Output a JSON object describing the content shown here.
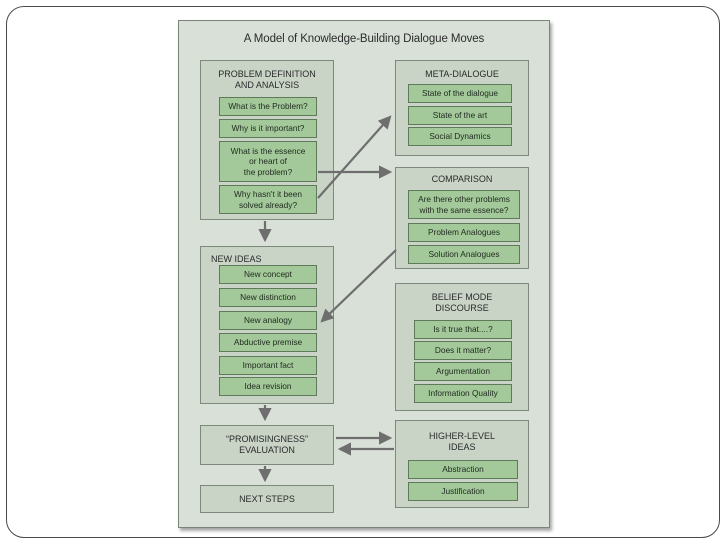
{
  "title": "A Model of Knowledge-Building Dialogue Moves",
  "problem_definition": {
    "title": "PROBLEM DEFINITION\nAND ANALYSIS",
    "items": [
      "What is the Problem?",
      "Why is it important?",
      "What is the essence\nor heart of\nthe problem?",
      "Why hasn't it been\nsolved already?"
    ]
  },
  "meta_dialogue": {
    "title": "META-DIALOGUE",
    "items": [
      "State of the dialogue",
      "State of the art",
      "Social Dynamics"
    ]
  },
  "comparison": {
    "title": "COMPARISON",
    "items": [
      "Are there other problems\nwith the same essence?",
      "Problem Analogues",
      "Solution Analogues"
    ]
  },
  "new_ideas": {
    "title": "NEW IDEAS",
    "items": [
      "New concept",
      "New distinction",
      "New analogy",
      "Abductive premise",
      "Important fact",
      "Idea revision"
    ]
  },
  "belief_mode": {
    "title": "BELIEF MODE\nDISCOURSE",
    "items": [
      "Is it true that....?",
      "Does it matter?",
      "Argumentation",
      "Information Quality"
    ]
  },
  "promisingness": {
    "label": "“PROMISINGNESS”\nEVALUATION"
  },
  "higher_level": {
    "title": "HIGHER-LEVEL\nIDEAS",
    "items": [
      "Abstraction",
      "Justification"
    ]
  },
  "next_steps": {
    "label": "NEXT STEPS"
  },
  "colors": {
    "panel": "#c9d4c7",
    "item": "#a3c89a",
    "background": "#d8e0d8",
    "arrow": "#6e6e6e"
  }
}
